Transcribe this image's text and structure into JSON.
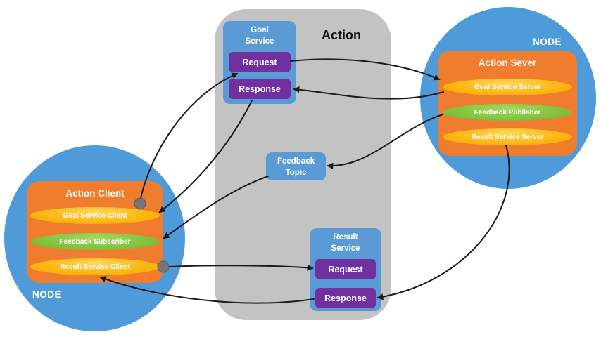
{
  "action": {
    "title": "Action",
    "goal_service": {
      "label": "Goal\nService",
      "request_label": "Request",
      "response_label": "Response"
    },
    "feedback_topic": {
      "label": "Feedback\nTopic"
    },
    "result_service": {
      "label": "Result\nService",
      "request_label": "Request",
      "response_label": "Response"
    }
  },
  "client_node": {
    "node_label": "NODE",
    "title": "Action Client",
    "pills": [
      {
        "label": "Goal Service Client",
        "color": "yellow"
      },
      {
        "label": "Feedback Subscriber",
        "color": "green"
      },
      {
        "label": "Result Service Client",
        "color": "yellow"
      }
    ]
  },
  "server_node": {
    "node_label": "NODE",
    "title": "Action Sever",
    "pills": [
      {
        "label": "Goal Service Server",
        "color": "yellow"
      },
      {
        "label": "Feedback Publisher",
        "color": "green"
      },
      {
        "label": "Result Service Server",
        "color": "yellow"
      }
    ]
  },
  "connections": [
    {
      "from": "Goal Service Client",
      "to": "Goal Service Request"
    },
    {
      "from": "Goal Service Request",
      "to": "Goal Service Server"
    },
    {
      "from": "Goal Service Server",
      "to": "Goal Service Response"
    },
    {
      "from": "Goal Service Response",
      "to": "Goal Service Client"
    },
    {
      "from": "Feedback Publisher",
      "to": "Feedback Topic"
    },
    {
      "from": "Feedback Topic",
      "to": "Feedback Subscriber"
    },
    {
      "from": "Result Service Client",
      "to": "Result Service Request"
    },
    {
      "from": "Result Service Server",
      "to": "Result Service Response"
    },
    {
      "from": "Result Service Response",
      "to": "Result Service Client"
    }
  ],
  "colors": {
    "node_blue": "#4f9bda",
    "panel_gray": "#c3c3c3",
    "box_orange": "#ef7d2d",
    "pill_yellow": "#fdb813",
    "pill_green": "#84c441",
    "service_blue": "#5b9bd5",
    "button_purple": "#7030a0",
    "arrow_black": "#1a1a1a",
    "port_dot_gray": "#757575"
  }
}
